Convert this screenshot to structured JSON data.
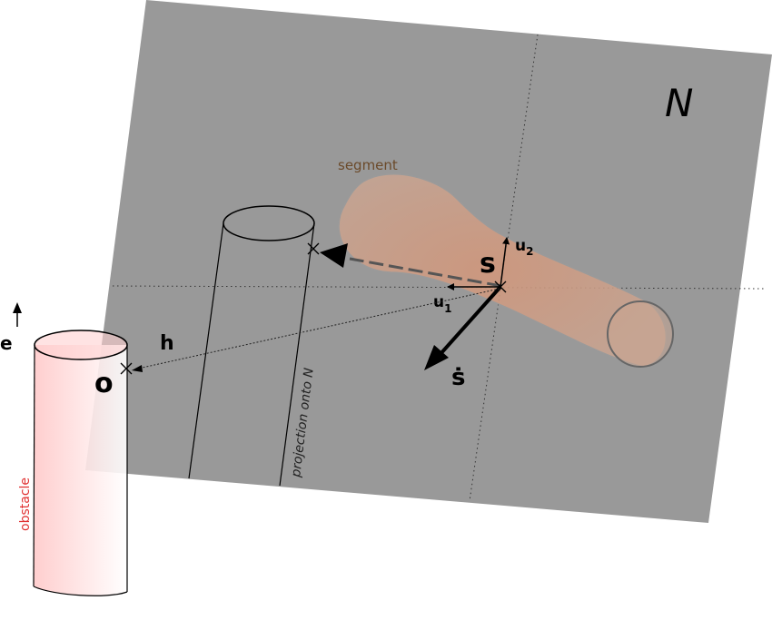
{
  "labels": {
    "plane": "N",
    "segment": "segment",
    "s": "s",
    "s_dot": "ṡ",
    "u1_base": "u",
    "u1_sub": "1",
    "u2_base": "u",
    "u2_sub": "2",
    "h": "h",
    "o": "o",
    "e": "e",
    "obstacle": "obstacle",
    "projection": "projection onto N"
  },
  "colors": {
    "plane_fill": "#999999",
    "segment_fill": "#d49a7c",
    "obstacle_fill": "#ffd6d6",
    "obstacle_label": "#e03030",
    "segment_label": "#6b4a2a",
    "ink": "#000000"
  }
}
